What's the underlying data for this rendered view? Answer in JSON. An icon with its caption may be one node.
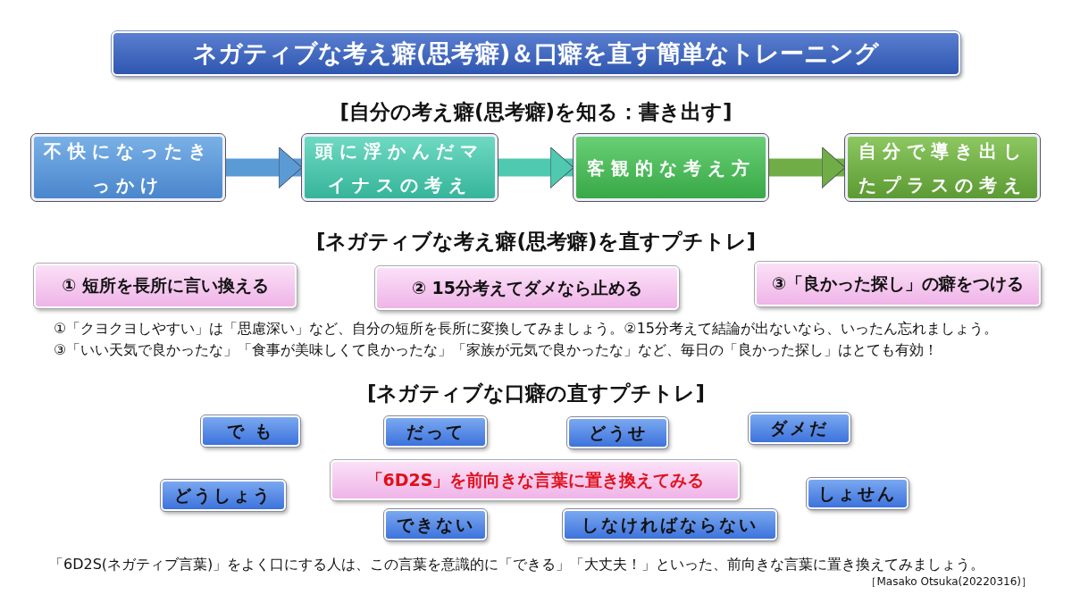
{
  "diagram": {
    "title": "ネガティブな考え癖(思考癖)＆口癖を直す簡単なトレーニング",
    "nodes": [
      {
        "text": [
          "不快になったきっかけ"
        ]
      },
      {
        "text": [
          "頭に浮かんだマイナスの考え"
        ]
      },
      {
        "text": [
          "客観的な考え方"
        ]
      },
      {
        "text": [
          "自分で導き出したプラスの考え"
        ]
      },
      {
        "text": [
          "① 短所を長所に言い換える"
        ]
      },
      {
        "text": [
          "② 15分考えてダメなら止める"
        ]
      },
      {
        "text": [
          "③「良かった探し」の癖をつける"
        ]
      },
      {
        "text": [
          "で も"
        ]
      },
      {
        "text": [
          "だって"
        ]
      },
      {
        "text": [
          "どうせ"
        ]
      },
      {
        "text": [
          "ダメだ"
        ]
      },
      {
        "text": [
          "「6D2S」を前向きな言葉に置き換えてみる"
        ]
      },
      {
        "text": [
          "どうしょう"
        ]
      },
      {
        "text": [
          "しょせん"
        ]
      },
      {
        "text": [
          "できない"
        ]
      },
      {
        "text": [
          "しなければならない"
        ]
      }
    ],
    "edges": [
      {
        "from": 0,
        "to": 1,
        "arrow": "to",
        "color": "#5b9bd5"
      },
      {
        "from": 1,
        "to": 2,
        "arrow": "to",
        "color": "#4fc9b0"
      },
      {
        "from": 2,
        "to": 3,
        "arrow": "to",
        "color": "#70ad47"
      }
    ],
    "labels": [
      "[自分の考え癖(思考癖)を知る：書き出す]",
      "[ネガティブな考え癖(思考癖)を直すプチトレ]",
      "①「クヨクヨしやすい」は「思慮深い」など、自分の短所を長所に変換してみましょう。②15分考えて結論が出ないなら、いったん忘れましょう。",
      "③「いい天気で良かったな」「食事が美味しくて良かったな」「家族が元気で良かったな」など、毎日の「良かった探し」はとても有効！",
      "[ネガティブな口癖の直すプチトレ]",
      "「6D2S(ネガティブ言葉)」をよく口にする人は、この言葉を意識的に「できる」「大丈夫！」といった、前向きな言葉に置き換えてみましょう。",
      "［Masako Otsuka(20220316)］"
    ]
  }
}
